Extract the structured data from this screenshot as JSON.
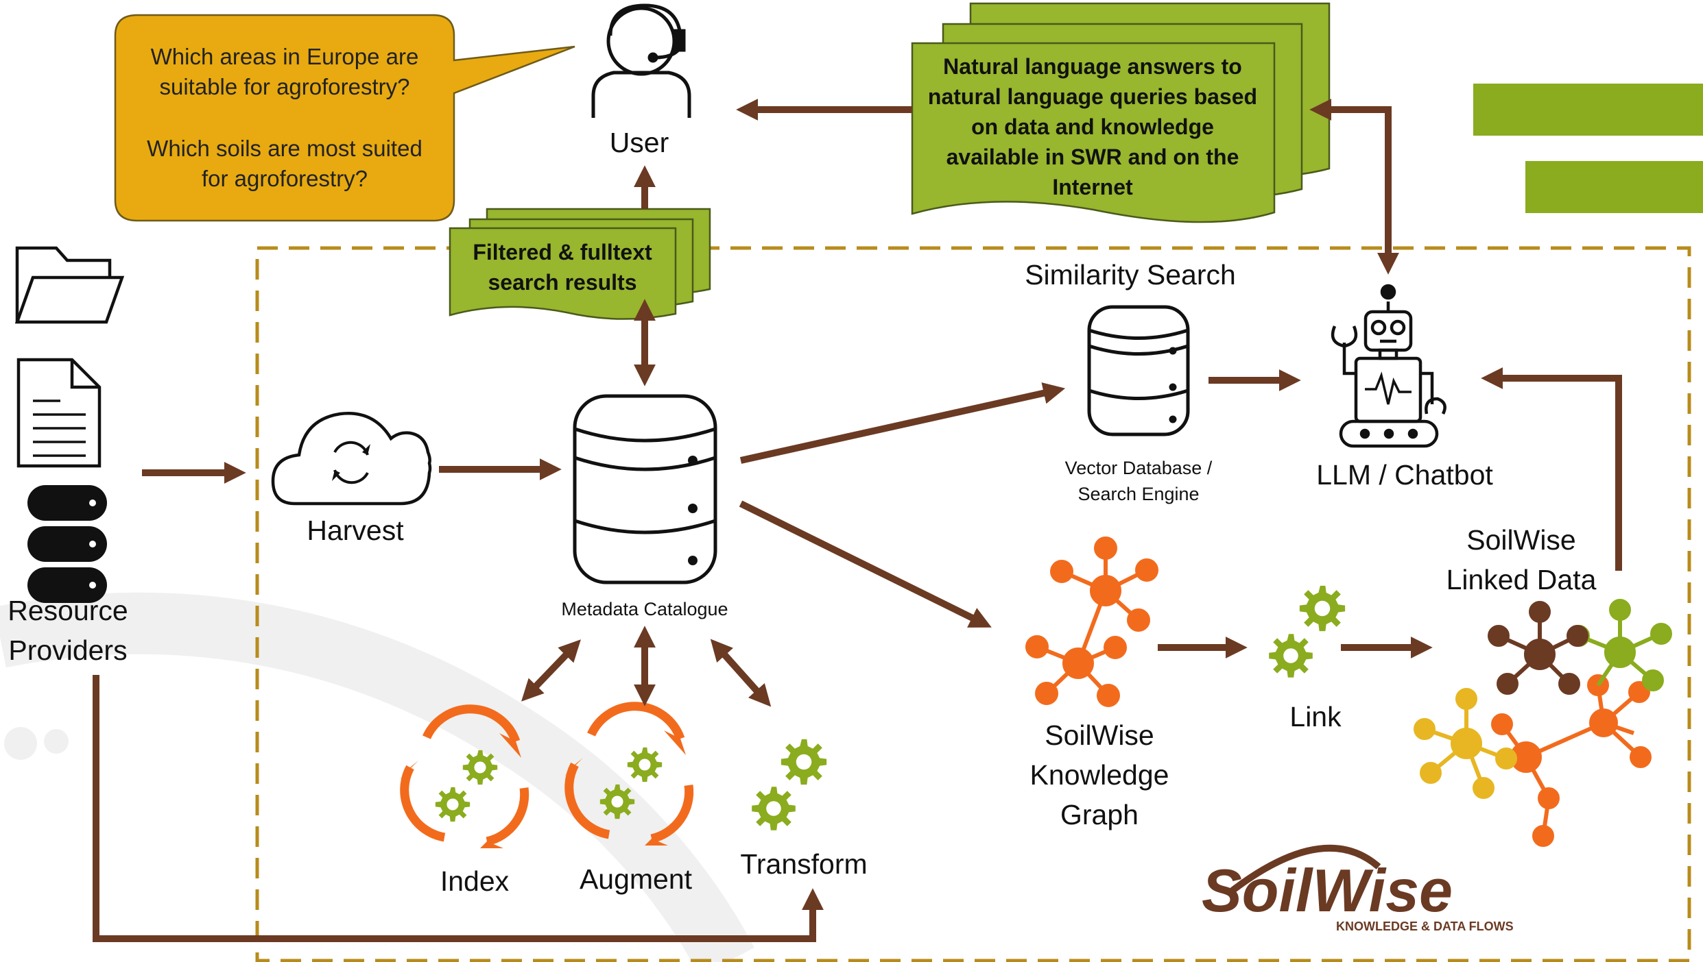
{
  "user": {
    "label": "User",
    "question_1a": "Which areas in Europe are",
    "question_1b": "suitable for agroforestry?",
    "question_2a": "Which soils are most suited",
    "question_2b": "for agroforestry?"
  },
  "answers_note": {
    "line1": "Natural language answers to",
    "line2": "natural language queries based",
    "line3": "on data and knowledge",
    "line4": "available in SWR and on the",
    "line5": "Internet"
  },
  "search_note": {
    "line1": "Filtered & fulltext",
    "line2": "search results"
  },
  "providers": {
    "line1": "Resource",
    "line2": "Providers"
  },
  "harvest": {
    "label": "Harvest"
  },
  "catalogue": {
    "label": "Metadata Catalogue"
  },
  "similarity": {
    "title": "Similarity Search",
    "sub1": "Vector Database  /",
    "sub2": "Search Engine"
  },
  "llm": {
    "label": "LLM / Chatbot"
  },
  "knowledge_graph": {
    "line1": "SoilWise",
    "line2": "Knowledge",
    "line3": "Graph"
  },
  "link": {
    "label": "Link"
  },
  "linked_data": {
    "line1": "SoilWise",
    "line2": "Linked Data"
  },
  "processes": {
    "index": "Index",
    "augment": "Augment",
    "transform": "Transform"
  },
  "logo": {
    "wordmark": "SoilWise",
    "tagline": "KNOWLEDGE & DATA FLOWS"
  },
  "colors": {
    "arrow": "#6b3a23",
    "green": "#8aac1e",
    "note_green": "#98b62e",
    "bubble": "#e8aa10",
    "orange": "#f26b1d",
    "brown_node": "#6b3a23",
    "yellow_node": "#e7b622",
    "frame": "#b88c1c"
  }
}
